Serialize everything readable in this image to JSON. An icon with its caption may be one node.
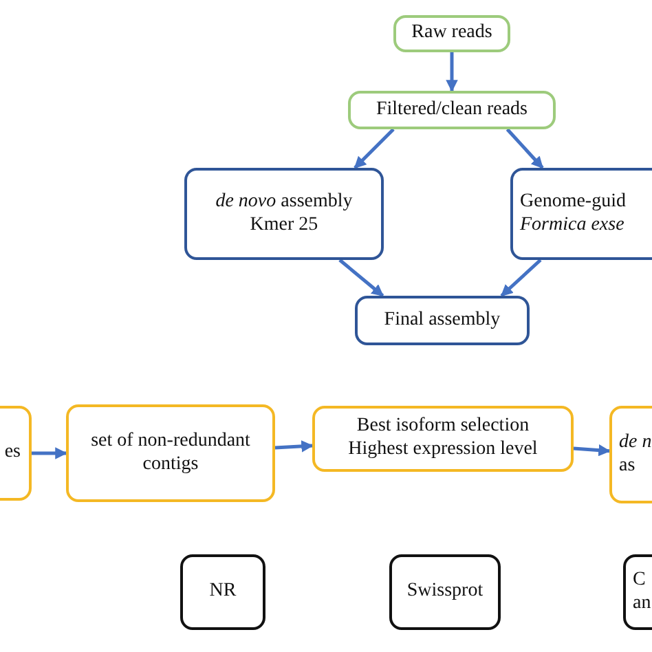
{
  "diagram": {
    "nodes": [
      {
        "text": [
          "Raw reads"
        ]
      },
      {
        "text": [
          "Filtered/clean reads"
        ]
      },
      {
        "text": [
          "*de novo* assembly",
          "Kmer 25"
        ]
      },
      {
        "text": [
          "Genome-guid",
          "Formica exse"
        ]
      },
      {
        "text": [
          "Final assembly"
        ]
      },
      {
        "text": [
          "es"
        ]
      },
      {
        "text": [
          "set of non-redundant contigs"
        ]
      },
      {
        "text": [
          "Best isoform selection",
          "Highest expression level"
        ]
      },
      {
        "text": [
          "de n",
          "as"
        ]
      },
      {
        "text": [
          "NR"
        ]
      },
      {
        "text": [
          "Swissprot"
        ]
      },
      {
        "text": [
          "C",
          "an"
        ]
      }
    ],
    "edges": [
      {
        "from": 0,
        "to": 1,
        "arrow": "to"
      },
      {
        "from": 1,
        "to": 2,
        "arrow": "to"
      },
      {
        "from": 1,
        "to": 3,
        "arrow": "to"
      },
      {
        "from": 2,
        "to": 4,
        "arrow": "to"
      },
      {
        "from": 3,
        "to": 4,
        "arrow": "to"
      },
      {
        "from": 5,
        "to": 6,
        "arrow": "to"
      },
      {
        "from": 6,
        "to": 7,
        "arrow": "to"
      },
      {
        "from": 7,
        "to": 8,
        "arrow": "to"
      }
    ]
  }
}
